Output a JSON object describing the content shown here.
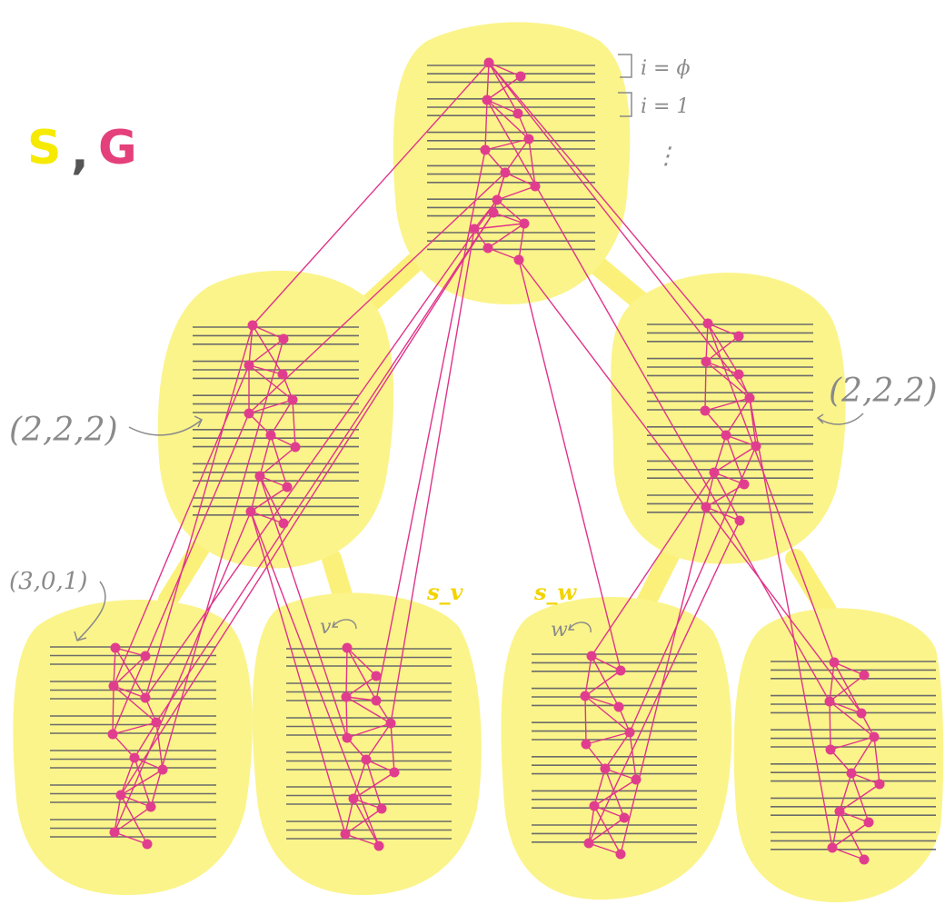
{
  "title": {
    "s_label": "S",
    "comma": ",",
    "g_label": "G",
    "s_color": "#f5ea00",
    "g_color": "#e4407b"
  },
  "level_annotations": {
    "i0": "i = ϕ",
    "i1": "i = 1",
    "dots": "⋮"
  },
  "tuple_labels": {
    "left": "(2,2,2)",
    "right": "(2,2,2)",
    "bottom_left": "(3,0,1)"
  },
  "vertex_labels": {
    "v": "v",
    "w": "w",
    "s_v": "s_v",
    "s_w": "s_w"
  },
  "colors": {
    "blob": "#fbf48a",
    "blob_stroke": "#f7ee6a",
    "edge": "#e0338a",
    "node": "#e13d8e",
    "line": "#6b6b6b",
    "tree_link": "#fbf17a"
  }
}
